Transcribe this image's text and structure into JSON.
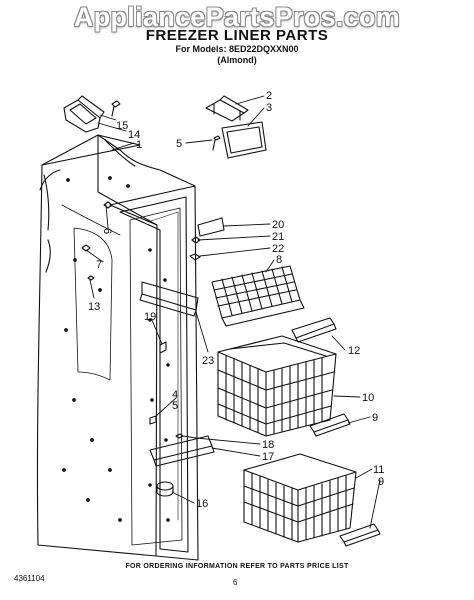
{
  "watermark": "AppliancePartsPros.com",
  "title": "FREEZER LINER PARTS",
  "models_line": "For Models: 8ED22DQXXN00",
  "color_line": "(Almond)",
  "footer_note": "FOR ORDERING INFORMATION REFER TO PARTS PRICE LIST",
  "document_number": "4361104",
  "page_number": "6",
  "callouts": [
    "15",
    "14",
    "1",
    "2",
    "3",
    "5",
    "6",
    "7",
    "13",
    "20",
    "21",
    "22",
    "8",
    "19",
    "12",
    "23",
    "4",
    "5",
    "10",
    "9",
    "18",
    "17",
    "11",
    "9",
    "16"
  ]
}
